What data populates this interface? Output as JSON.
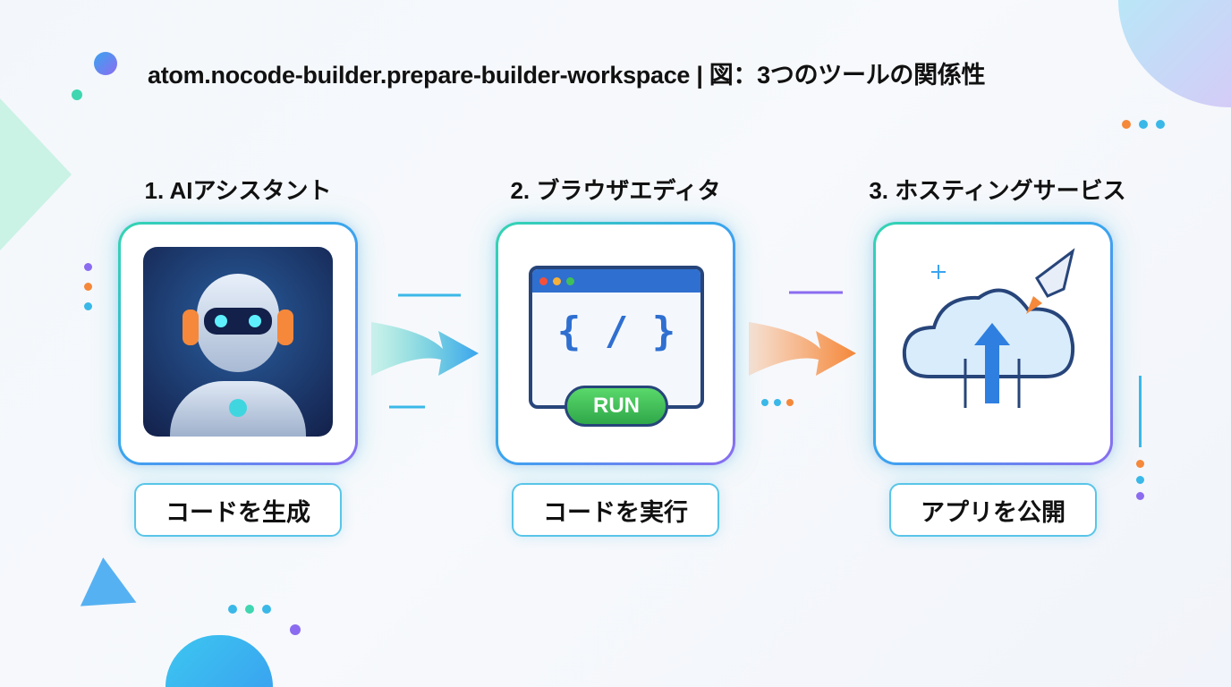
{
  "title": "atom.nocode-builder.prepare-builder-workspace | 図：3つのツールの関係性",
  "steps": [
    {
      "heading": "1. AIアシスタント",
      "caption": "コードを生成",
      "icon": "ai-robot-headset-icon"
    },
    {
      "heading": "2. ブラウザエディタ",
      "caption": "コードを実行",
      "icon": "browser-code-editor-icon",
      "run_label": "RUN",
      "code_glyph": "{ / }"
    },
    {
      "heading": "3. ホスティングサービス",
      "caption": "アプリを公開",
      "icon": "cloud-upload-rocket-icon"
    }
  ],
  "colors": {
    "teal": "#34d6b0",
    "blue": "#3aa4f0",
    "purple": "#8b6cf0",
    "orange": "#f5883a",
    "green": "#3fbf5a"
  }
}
